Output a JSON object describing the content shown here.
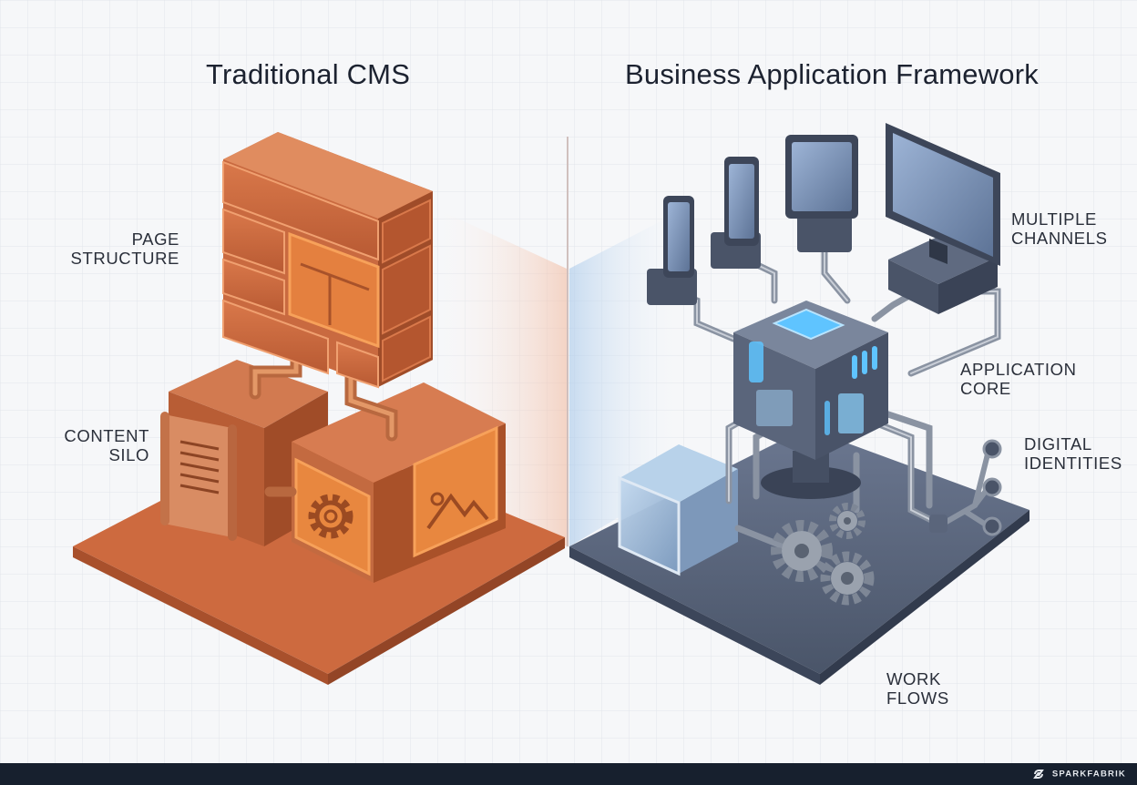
{
  "titles": {
    "left": "Traditional CMS",
    "right": "Business Application Framework"
  },
  "labels": {
    "page_structure": [
      "PAGE",
      "STRUCTURE"
    ],
    "content_silo": [
      "CONTENT",
      "SILO"
    ],
    "multiple_channels": [
      "MULTIPLE",
      "CHANNELS"
    ],
    "application_core": [
      "APPLICATION",
      "CORE"
    ],
    "digital_identities": [
      "DIGITAL",
      "IDENTITIES"
    ],
    "work_flows": [
      "WORK",
      "FLOWS"
    ]
  },
  "footer": {
    "brand": "SPARKFABRIK",
    "brand_icon": "sparkfabrik-logo-icon"
  },
  "colors": {
    "cms_copper": "#c8653a",
    "cms_highlight": "#f08a45",
    "framework_slate": "#56627a",
    "core_glow": "#5fc4ff",
    "footer_bg": "#17202e"
  }
}
